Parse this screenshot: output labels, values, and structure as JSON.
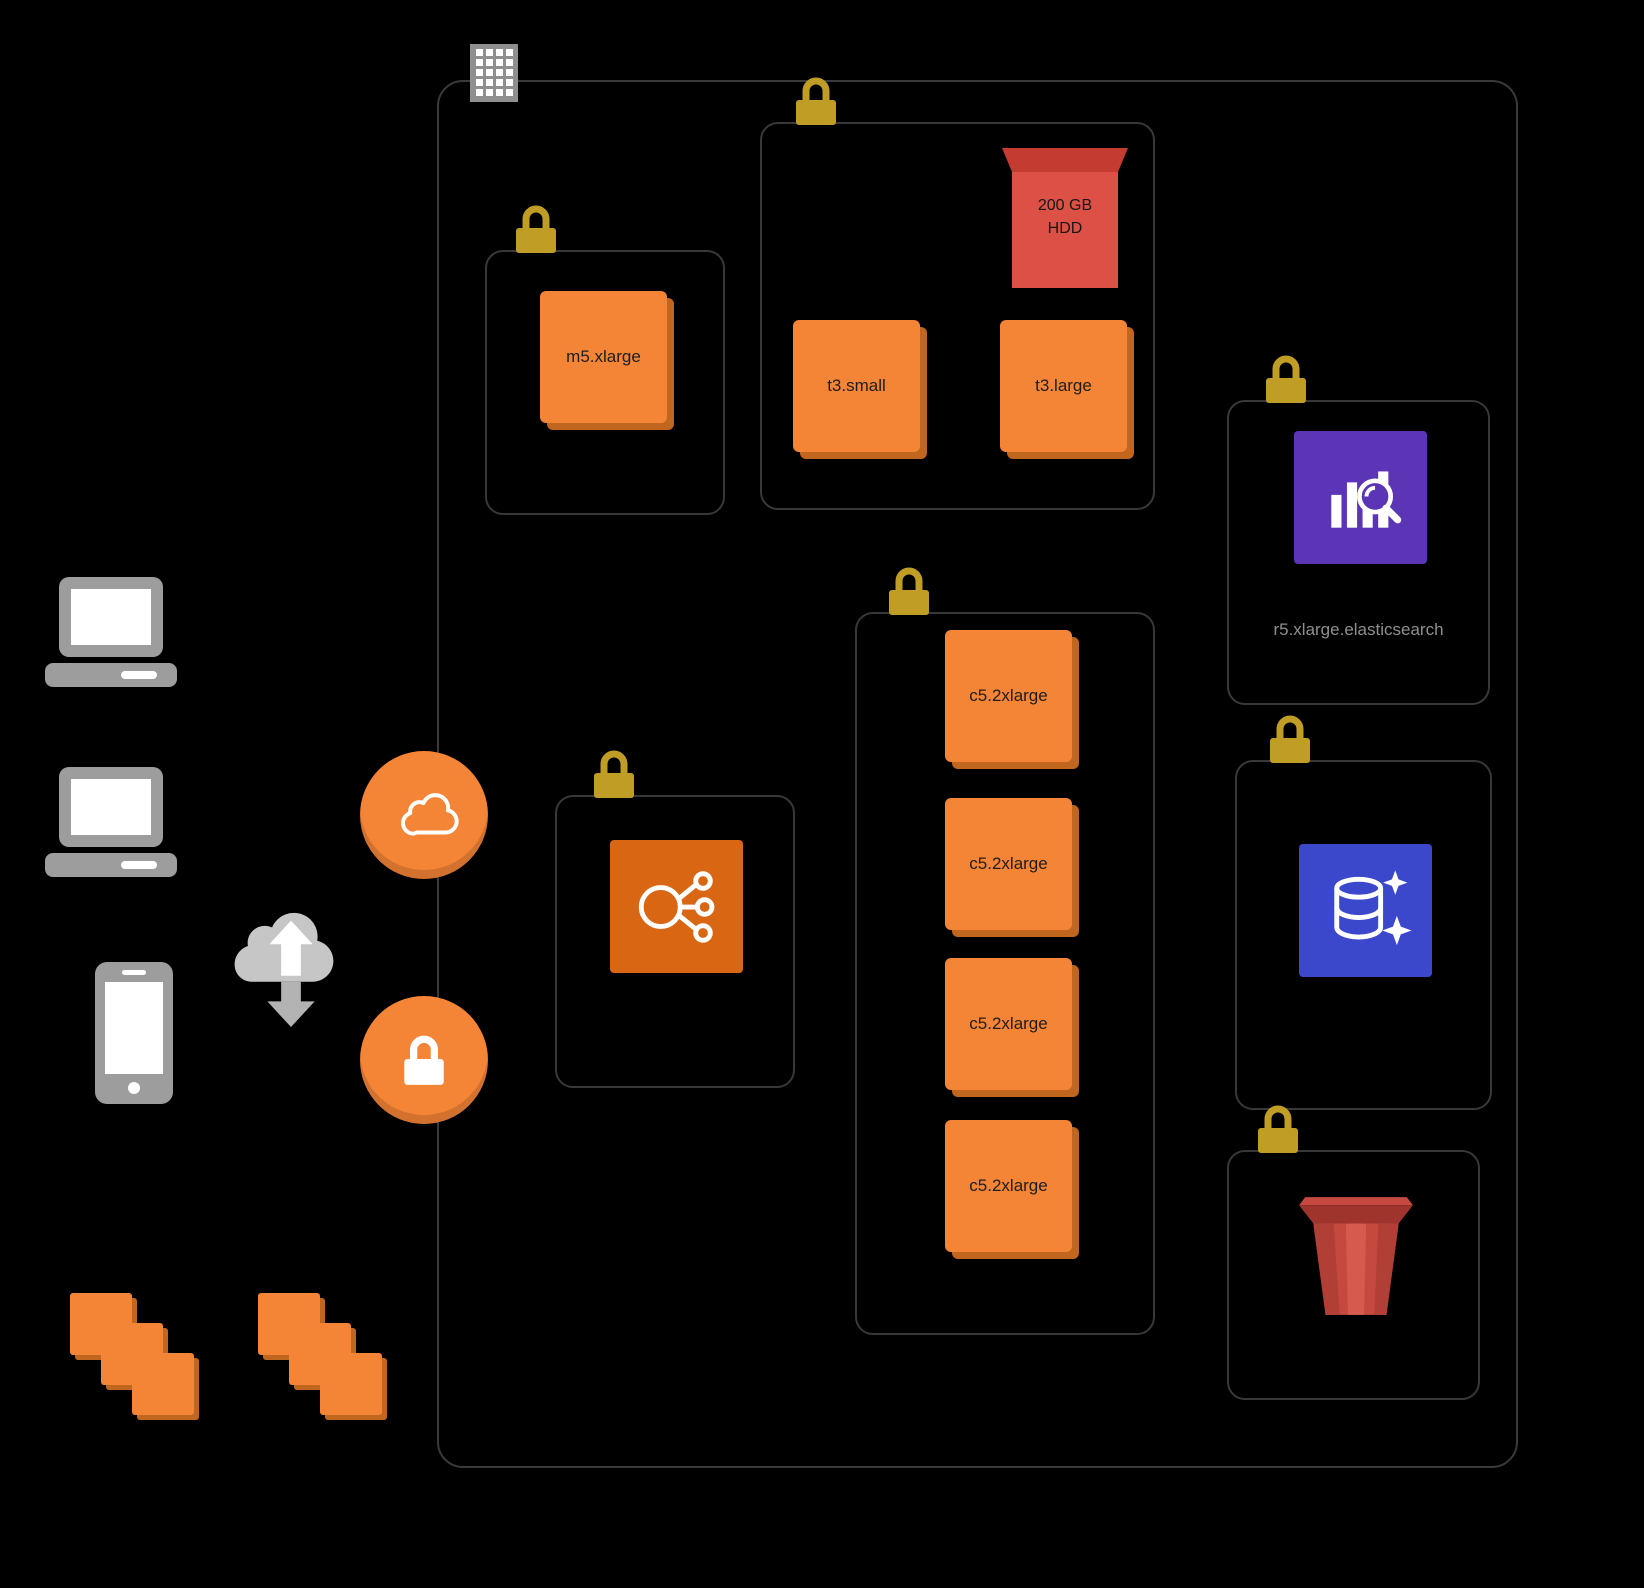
{
  "title": "AWS VPC architecture diagram",
  "colors": {
    "background": "#000000",
    "group_border": "#3a3a3a",
    "instance_orange": "#f58536",
    "instance_shadow": "#c0661f",
    "lock_gold": "#c09e25",
    "volume_red": "#dd5045",
    "volume_red_dark": "#c43c31",
    "elasticsearch_purple": "#5b35b5",
    "database_blue": "#3b48cc",
    "bucket_red": "#c6493f",
    "load_balancer_orange": "#d86613",
    "device_gray": "#9d9d9d",
    "cloud_gray": "#c6c6c6",
    "caption_gray": "#8f8f8f"
  },
  "vpc": {
    "groups": {
      "app": {
        "instance": "m5.xlarge"
      },
      "web": {
        "volume_lines": [
          "200 GB",
          "HDD"
        ],
        "instances": [
          "t3.small",
          "t3.large"
        ]
      },
      "search": {
        "caption": "r5.xlarge.elasticsearch"
      },
      "load_balancer": {},
      "compute": {
        "instances": [
          "c5.2xlarge",
          "c5.2xlarge",
          "c5.2xlarge",
          "c5.2xlarge"
        ]
      },
      "cache": {},
      "storage": {}
    }
  }
}
